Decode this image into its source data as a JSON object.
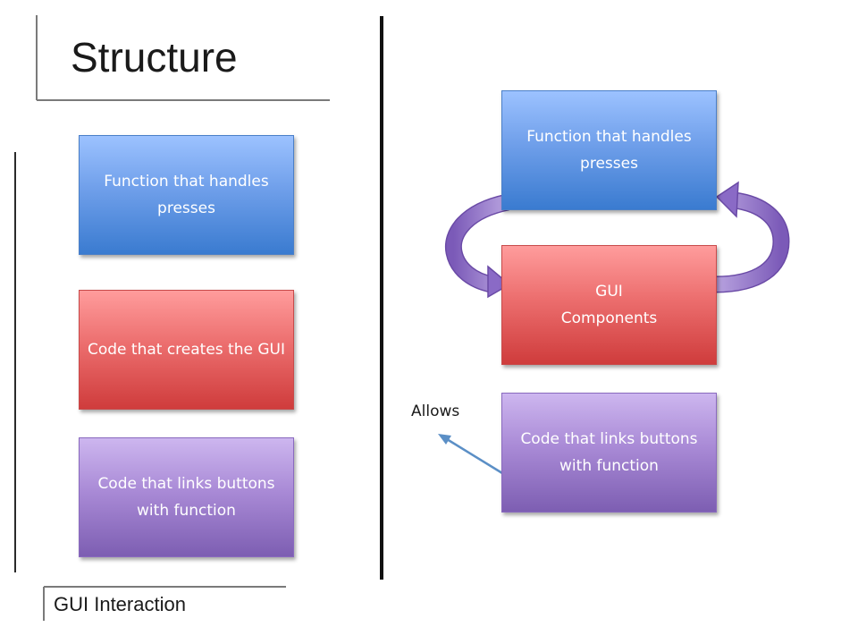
{
  "slide": {
    "title": "Structure",
    "footer": "GUI Interaction"
  },
  "left_column": {
    "boxes": [
      {
        "label": "Function that handles presses",
        "color": "blue"
      },
      {
        "label": "Code that creates the GUI",
        "color": "red"
      },
      {
        "label": "Code that links buttons with function",
        "color": "purple"
      }
    ]
  },
  "right_column": {
    "boxes": [
      {
        "label": "Function that handles presses",
        "color": "blue"
      },
      {
        "label": "GUI\nComponents",
        "color": "red"
      },
      {
        "label": "Code that links buttons with function",
        "color": "purple"
      }
    ],
    "annotation": "Allows"
  },
  "colors": {
    "blue": "#3a7bd0",
    "red": "#cf3c3c",
    "purple": "#7d5eb2",
    "cycle_arrow": "#9b80cf",
    "pointer_arrow": "#5b8fc6"
  }
}
